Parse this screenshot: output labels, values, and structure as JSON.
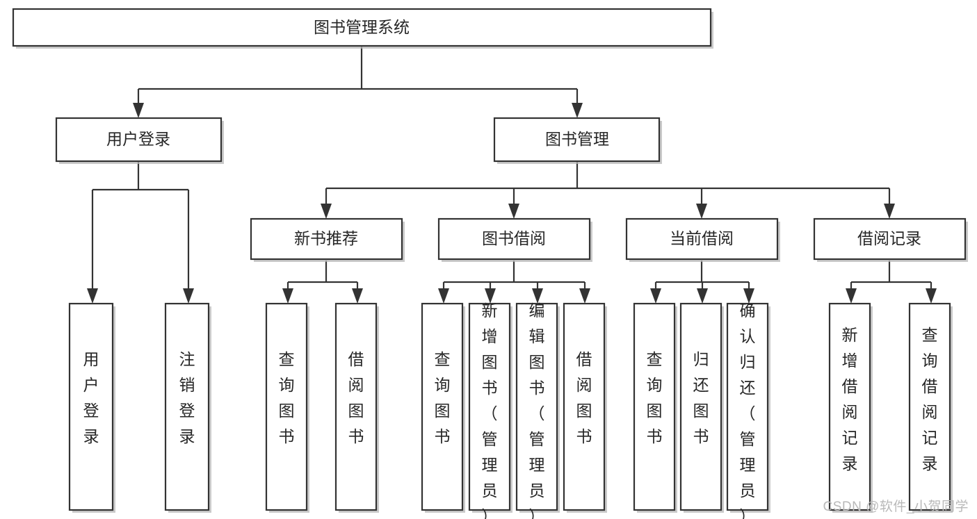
{
  "diagram": {
    "type": "hierarchy-tree",
    "title": "图书管理系统",
    "root": {
      "id": "root",
      "label": "图书管理系统"
    },
    "level2": [
      {
        "id": "user-login",
        "label": "用户登录"
      },
      {
        "id": "book-manage",
        "label": "图书管理"
      }
    ],
    "level3": [
      {
        "id": "new-book-recommend",
        "label": "新书推荐",
        "parent": "book-manage"
      },
      {
        "id": "book-borrow",
        "label": "图书借阅",
        "parent": "book-manage"
      },
      {
        "id": "current-borrow",
        "label": "当前借阅",
        "parent": "book-manage"
      },
      {
        "id": "borrow-record",
        "label": "借阅记录",
        "parent": "book-manage"
      }
    ],
    "leaves": [
      {
        "id": "leaf-user-login",
        "label": "用户登录",
        "parent": "user-login"
      },
      {
        "id": "leaf-user-logout",
        "label": "注销登录",
        "parent": "user-login"
      },
      {
        "id": "leaf-query-book-1",
        "label": "查询图书",
        "parent": "new-book-recommend"
      },
      {
        "id": "leaf-borrow-book-1",
        "label": "借阅图书",
        "parent": "new-book-recommend"
      },
      {
        "id": "leaf-query-book-2",
        "label": "查询图书",
        "parent": "book-borrow"
      },
      {
        "id": "leaf-add-book",
        "label": "新增图书（管理员）",
        "parent": "book-borrow"
      },
      {
        "id": "leaf-edit-book",
        "label": "编辑图书（管理员）",
        "parent": "book-borrow"
      },
      {
        "id": "leaf-borrow-book-2",
        "label": "借阅图书",
        "parent": "book-borrow"
      },
      {
        "id": "leaf-query-book-3",
        "label": "查询图书",
        "parent": "current-borrow"
      },
      {
        "id": "leaf-return-book",
        "label": "归还图书",
        "parent": "current-borrow"
      },
      {
        "id": "leaf-confirm-return",
        "label": "确认归还（管理员）",
        "parent": "current-borrow"
      },
      {
        "id": "leaf-add-record",
        "label": "新增借阅记录",
        "parent": "borrow-record"
      },
      {
        "id": "leaf-query-record",
        "label": "查询借阅记录",
        "parent": "borrow-record"
      }
    ]
  },
  "watermark": {
    "text": "CSDN @软件_小贺同学"
  },
  "colors": {
    "stroke": "#333333",
    "fill": "#ffffff",
    "text": "#262626",
    "shadow": "#b8b8b8",
    "watermark": "#b9b9b9"
  }
}
